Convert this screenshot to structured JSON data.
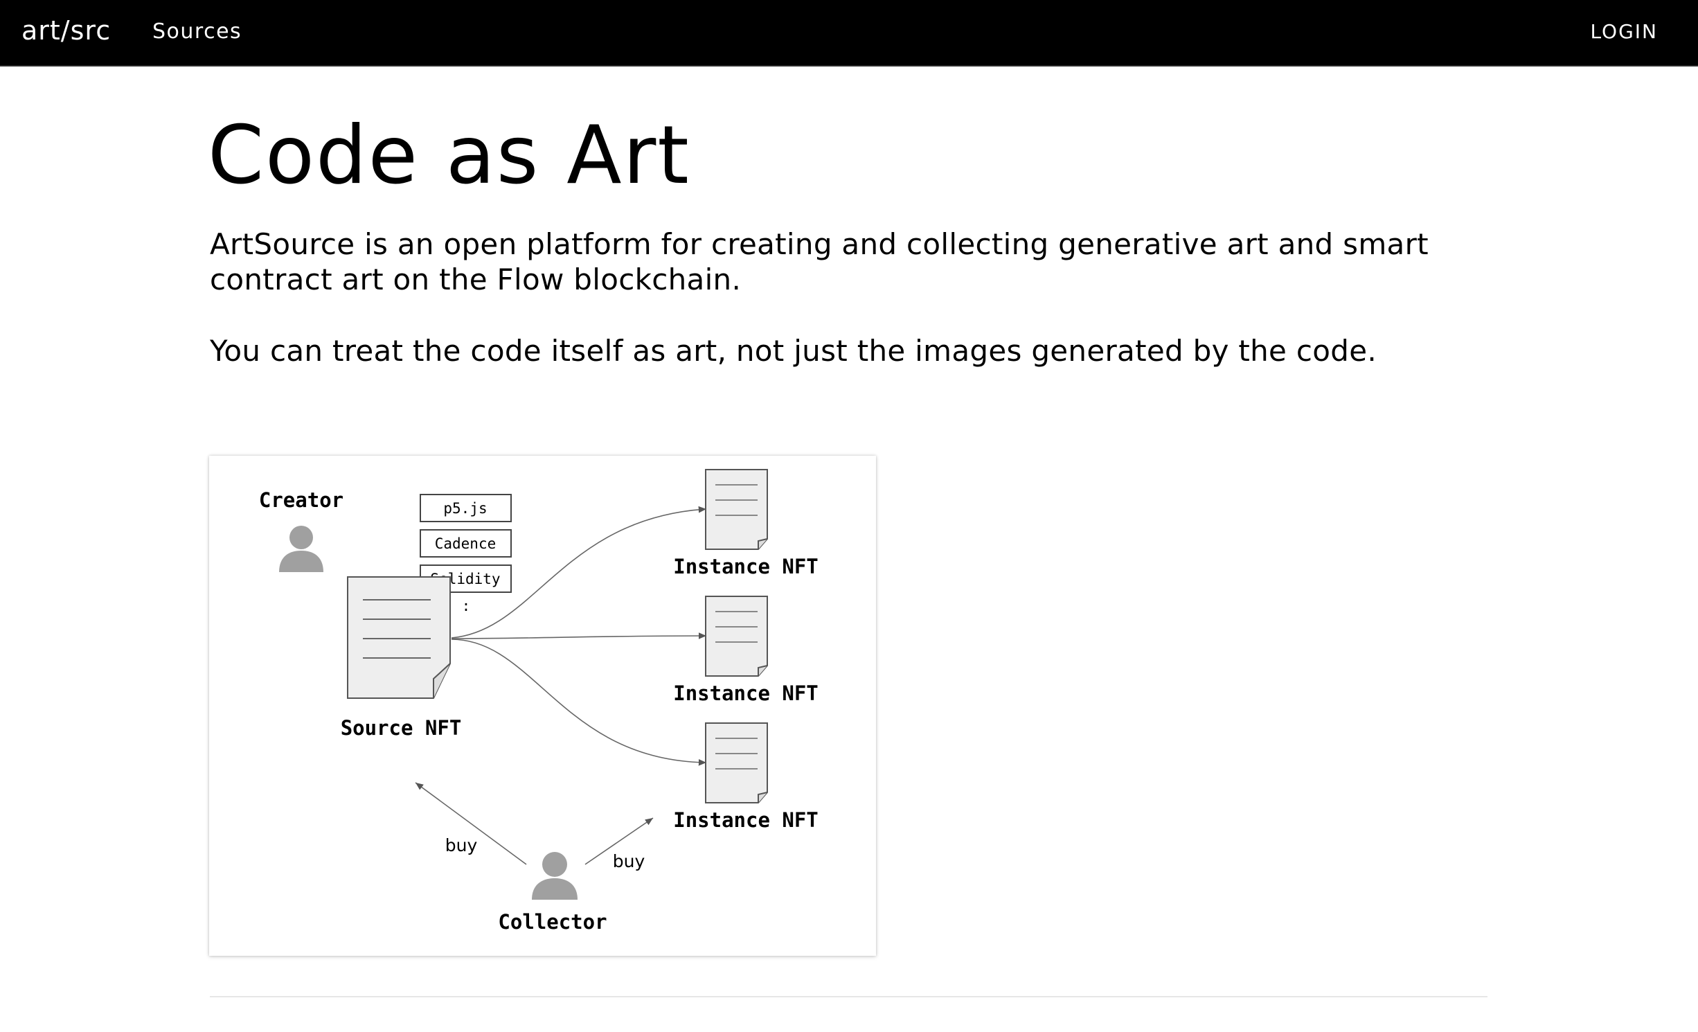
{
  "nav": {
    "brand": "art/src",
    "sources": "Sources",
    "login": "LOGIN"
  },
  "main": {
    "title": "Code as Art",
    "paragraph1": "ArtSource is an open platform for creating and collecting generative art and smart contract art on the Flow blockchain.",
    "paragraph2": "You can treat the code itself as art, not just the images generated by the code."
  },
  "diagram": {
    "creator": "Creator",
    "languages": [
      "p5.js",
      "Cadence",
      "Solidity"
    ],
    "ellipsis": ":",
    "source_nft": "Source NFT",
    "instance_nft": "Instance NFT",
    "buy_left": "buy",
    "buy_right": "buy",
    "collector": "Collector"
  },
  "colors": {
    "nav_background": "#000000",
    "nav_text": "#ffffff",
    "page_background": "#ffffff",
    "icon_gray": "#a0a0a0"
  }
}
